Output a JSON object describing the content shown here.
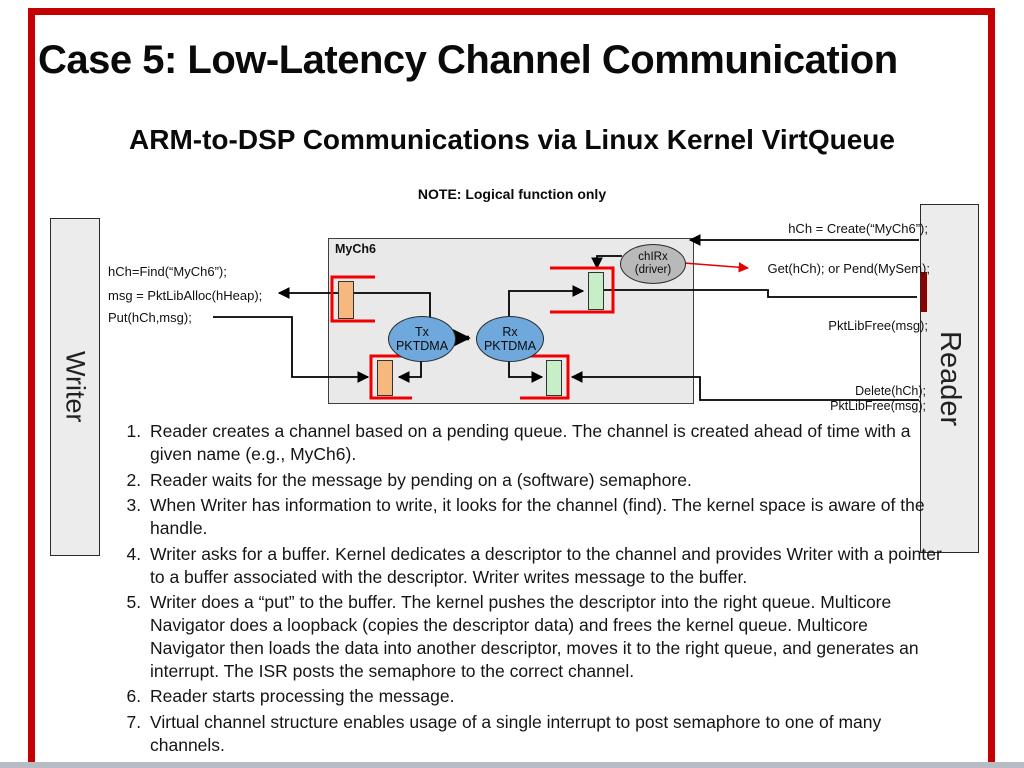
{
  "slide": {
    "title": "Case 5: Low-Latency Channel Communication",
    "subtitle": "ARM-to-DSP Communications via Linux Kernel VirtQueue",
    "note": "NOTE: Logical function only"
  },
  "diagram": {
    "writer_label": "Writer",
    "reader_label": "Reader",
    "channel_label": "MyCh6",
    "tx_dma": {
      "line1": "Tx",
      "line2": "PKTDMA"
    },
    "rx_dma": {
      "line1": "Rx",
      "line2": "PKTDMA"
    },
    "irq": {
      "line1": "chIRx",
      "line2": "(driver)"
    },
    "writer_calls": {
      "find": "hCh=Find(“MyCh6”);",
      "alloc": "msg = PktLibAlloc(hHeap);",
      "put": "Put(hCh,msg);"
    },
    "reader_calls": {
      "create": "hCh = Create(“MyCh6”);",
      "get": "Get(hCh); or Pend(MySem);",
      "free": "PktLibFree(msg);",
      "delete": "Delete(hCh);",
      "free2": "PktLibFree(msg);"
    },
    "colors": {
      "dma_fill": "#6fa8dc",
      "tx_descriptor_fill": "#f5b97f",
      "rx_descriptor_fill": "#c8eec8",
      "irq_fill": "#b9b9b9",
      "queue_bracket_red": "#f00000",
      "get_arrow_red": "#e60000",
      "semaphore_bar": "#8f0000",
      "frame_red": "#c40000"
    }
  },
  "steps": [
    "Reader creates a channel based on a pending queue. The channel is created ahead of time with a given name (e.g., MyCh6).",
    "Reader waits for the message by pending on a (software) semaphore.",
    "When Writer has information to write, it looks for the channel (find). The kernel space is aware of the handle.",
    "Writer asks for a buffer. Kernel dedicates a descriptor to the channel and provides Writer with a pointer to a buffer associated with the descriptor. Writer writes message to the buffer.",
    "Writer does a “put” to the buffer. The kernel pushes the descriptor into the right queue. Multicore Navigator does a loopback (copies the descriptor data) and frees the kernel queue. Multicore Navigator then loads the data into another descriptor, moves it to the right queue, and generates an interrupt. The ISR posts the semaphore to the correct channel.",
    "Reader starts processing the message.",
    "Virtual channel structure enables usage of a single interrupt to post semaphore to one of many channels."
  ]
}
